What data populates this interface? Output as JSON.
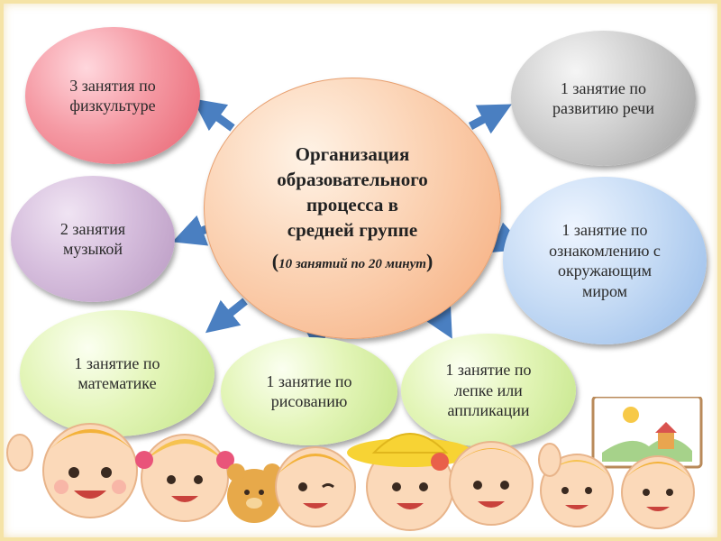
{
  "center": {
    "title_lines": [
      "Организация",
      "образовательного",
      "процесса в",
      "средней группе"
    ],
    "subtitle_open": "(",
    "subtitle": "10 занятий по 20 минут",
    "subtitle_close": ")"
  },
  "bubbles": {
    "pe": "3 занятия по физкультуре",
    "speech": "1 занятие по развитию речи",
    "music": "2 занятия музыкой",
    "environment": "1 занятие по ознакомлению с окружающим миром",
    "math": "1 занятие по математике",
    "drawing": "1 занятие по рисованию",
    "modeling": "1 занятие по лепке или аппликации"
  },
  "colors": {
    "pe": "#f59aa4",
    "speech": "#cfcfcf",
    "music": "#d6bedd",
    "environment": "#c7dcf5",
    "math": "#e3f5b8",
    "drawing": "#e3f5b8",
    "modeling": "#e3f5b8",
    "center": "#fbd2b3",
    "arrow": "#4a7fc1"
  }
}
